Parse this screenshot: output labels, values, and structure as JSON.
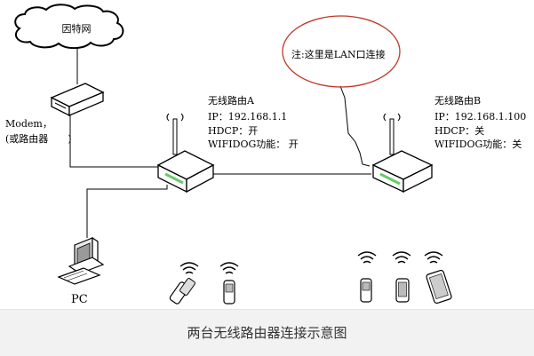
{
  "cloud": {
    "label": "因特网"
  },
  "modem": {
    "label_line1": "Modem，",
    "label_line2": "(或路由器　　)"
  },
  "router_a": {
    "name": "无线路由A",
    "ip": "IP：192.168.1.1",
    "dhcp": "HDCP：开",
    "wifidog": "WIFIDOG功能：  开"
  },
  "router_b": {
    "name": "无线路由B",
    "ip": "IP：192.168.1.100",
    "dhcp": "HDCP：关",
    "wifidog": "WIFIDOG功能：关"
  },
  "note": {
    "text": "注:这里是LAN口连接",
    "border_color": "#c0392b"
  },
  "pc": {
    "label": "PC"
  },
  "caption": {
    "text": "两台无线路由器连接示意图"
  },
  "colors": {
    "line": "#000000",
    "router_stripe": "#66cc66",
    "caption_bg": "#f2f2f2"
  }
}
